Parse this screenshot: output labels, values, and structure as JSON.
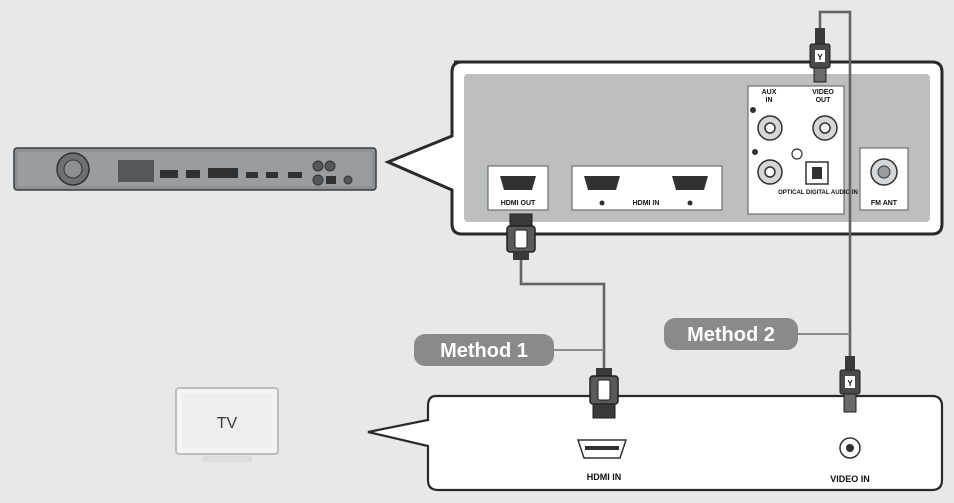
{
  "device": {
    "ports": {
      "aux_in": "AUX IN",
      "video_out": "VIDEO OUT",
      "hdmi_out": "HDMI OUT",
      "hdmi_in": "HDMI IN",
      "optical": "OPTICAL DIGITAL AUDIO IN",
      "fm_ant": "FM ANT"
    }
  },
  "tv": {
    "label": "TV",
    "ports": {
      "hdmi_in": "HDMI IN",
      "video_in": "VIDEO IN"
    }
  },
  "methods": {
    "method1": "Method 1",
    "method2": "Method 2"
  },
  "connector_tags": {
    "video_top": "Y",
    "video_bottom": "Y"
  },
  "colors": {
    "background": "#e6e8e9",
    "panel_fill": "#ffffff",
    "panel_stroke": "#2a2a2a",
    "inner_panel": "#bcbebf",
    "cable": "#4a4a4a",
    "method_pill": "#8a8a8a"
  }
}
